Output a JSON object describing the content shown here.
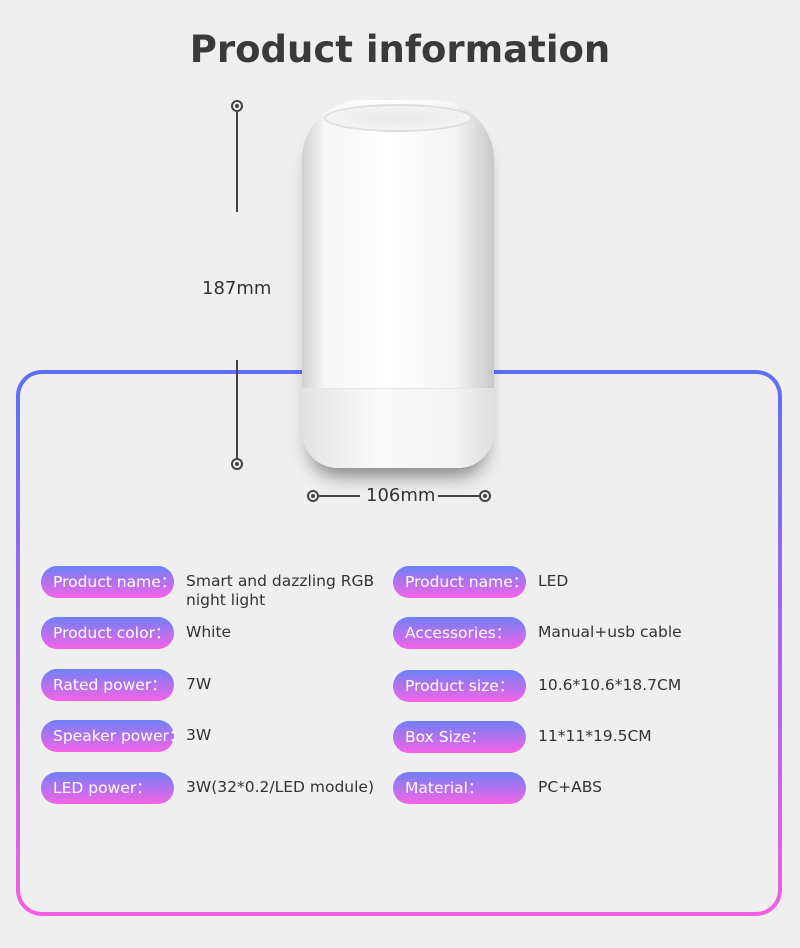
{
  "title": "Product information",
  "dimensions": {
    "height": "187mm",
    "width": "106mm"
  },
  "specs_left": [
    {
      "label": "Product name：",
      "value": "Smart and dazzling RGB night light"
    },
    {
      "label": "Product color：",
      "value": "White"
    },
    {
      "label": "Rated power：",
      "value": "7W"
    },
    {
      "label": "Speaker power：",
      "value": "3W"
    },
    {
      "label": "LED power：",
      "value": "3W(32*0.2/LED module)"
    }
  ],
  "specs_right": [
    {
      "label": "Product name：",
      "value": "LED"
    },
    {
      "label": "Accessories：",
      "value": "Manual+usb cable"
    },
    {
      "label": "Product size：",
      "value": "10.6*10.6*18.7CM"
    },
    {
      "label": "Box Size：",
      "value": "11*11*19.5CM"
    },
    {
      "label": "Material：",
      "value": "PC+ABS"
    }
  ]
}
